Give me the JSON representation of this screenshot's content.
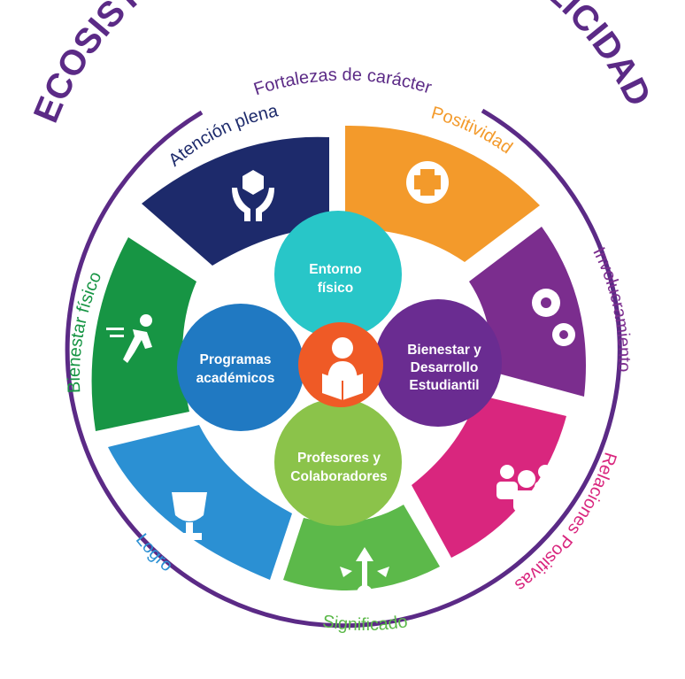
{
  "title": "ECOSISTEMA DE BIENESTAR Y FELICIDAD",
  "ring_top_label": "Fortalezas de carácter",
  "colors": {
    "title": "#5b2a86",
    "ring": "#5b2a86",
    "atencion": "#1d2a6b",
    "positividad": "#f39a2b",
    "involucramiento": "#7b2d8e",
    "relaciones": "#d9267e",
    "significado": "#5cb94a",
    "logro": "#2b90d3",
    "bienestar_fisico": "#179544",
    "entorno": "#28c6c8",
    "programas": "#2079c2",
    "bienestar_desarrollo": "#6a2c91",
    "profesores": "#8bc34a",
    "core": "#ef5a26"
  },
  "segments": {
    "atencion": {
      "label": "Atención plena",
      "icon": "hands-cube-icon"
    },
    "positividad": {
      "label": "Positividad",
      "icon": "plus-circle-icon"
    },
    "involucramiento": {
      "label": "Involucramiento",
      "icon": "gears-icon"
    },
    "relaciones": {
      "label": "Relaciones Positivas",
      "icon": "people-group-icon"
    },
    "significado": {
      "label": "Significado",
      "icon": "arrows-up-icon"
    },
    "logro": {
      "label": "Logro",
      "icon": "trophy-icon"
    },
    "bienestar_fisico": {
      "label": "Bienestar físico",
      "icon": "runner-icon"
    }
  },
  "center": {
    "entorno": {
      "line1": "Entorno",
      "line2": "físico"
    },
    "programas": {
      "line1": "Programas",
      "line2": "académicos"
    },
    "bienestar_desarrollo": {
      "line1": "Bienestar y",
      "line2": "Desarrollo",
      "line3": "Estudiantil"
    },
    "profesores": {
      "line1": "Profesores y",
      "line2": "Colaboradores"
    },
    "core_icon": "student-reading-icon"
  }
}
